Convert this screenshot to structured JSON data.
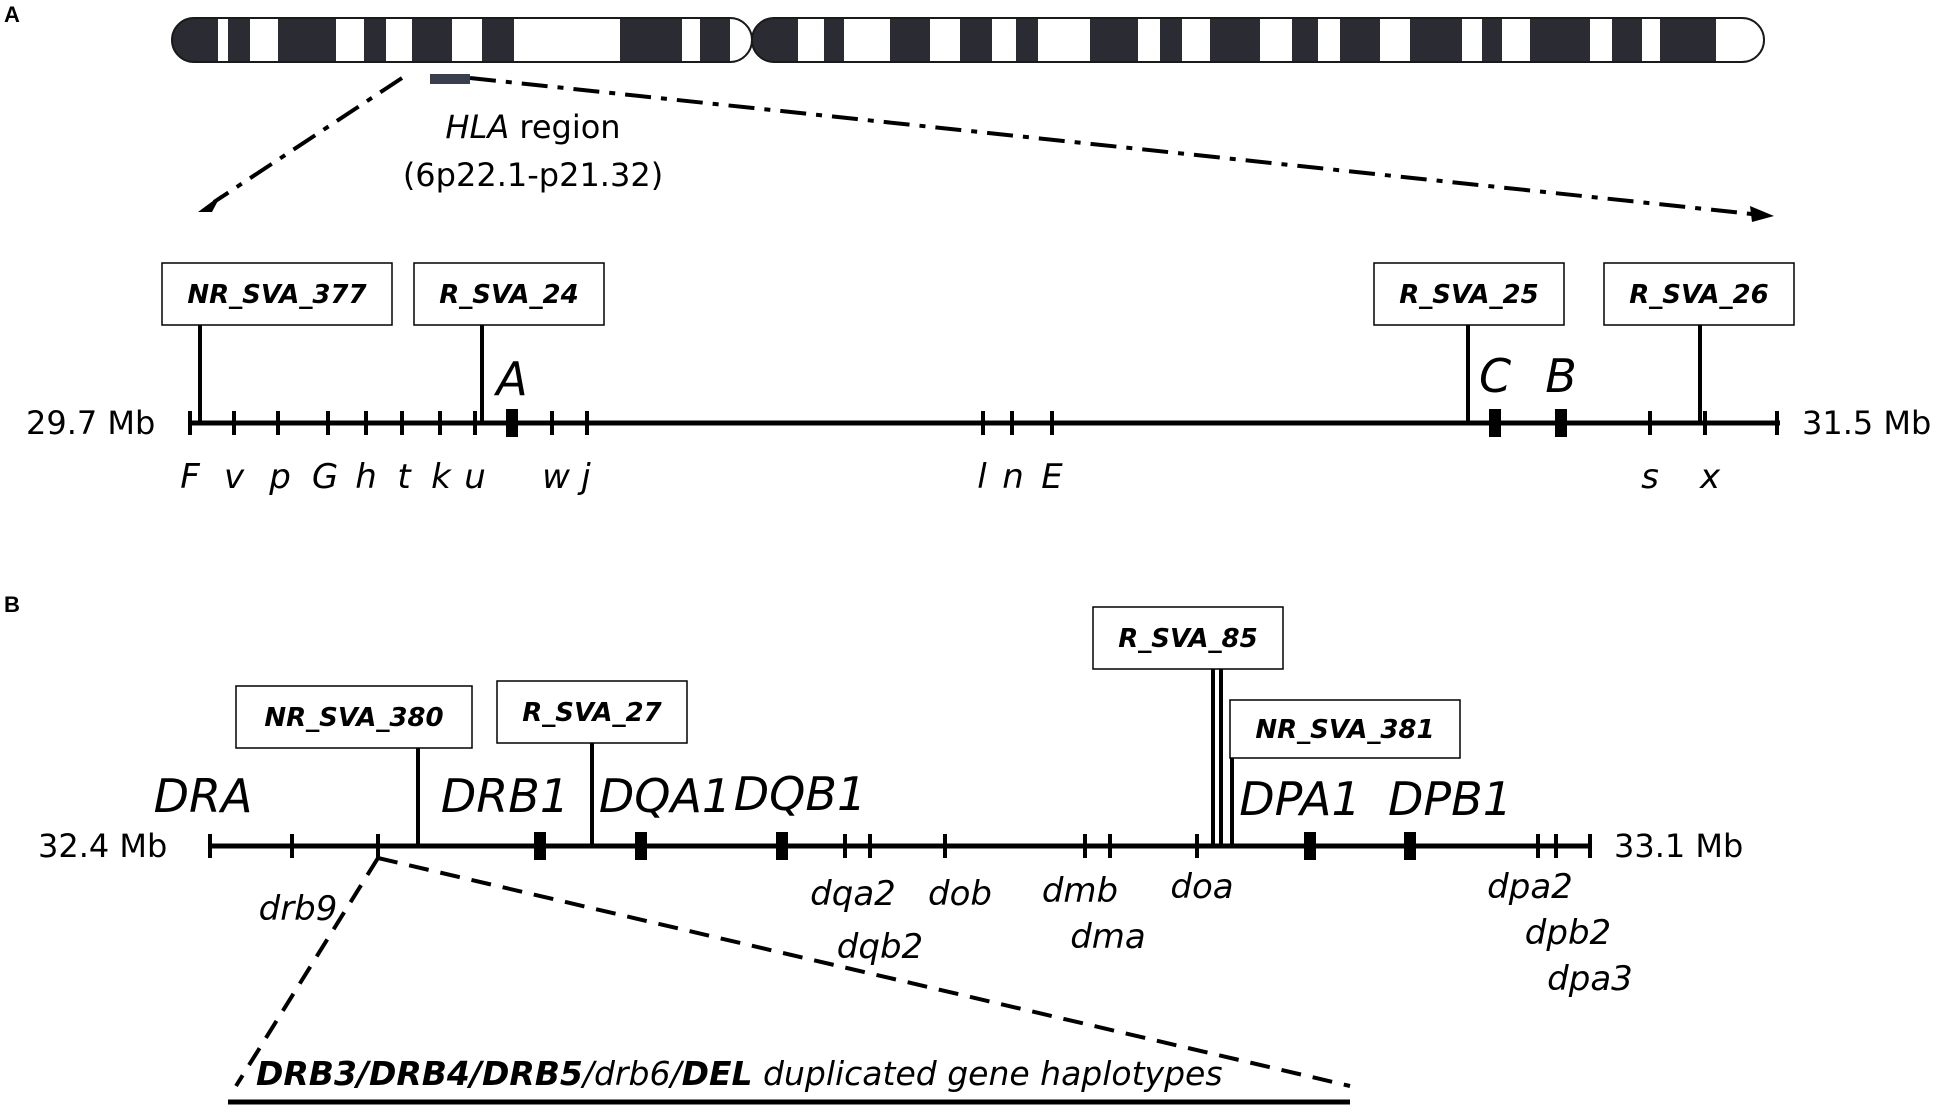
{
  "panels": {
    "a": "A",
    "b": "B"
  },
  "region": {
    "title_italic": "HLA",
    "title_rest": " region",
    "band": "(6p22.1-p21.32)"
  },
  "panel_a": {
    "start": "29.7 Mb",
    "end": "31.5 Mb",
    "markers": [
      {
        "label": "NR_SVA_377"
      },
      {
        "label": "R_SVA_24"
      },
      {
        "label": "R_SVA_25"
      },
      {
        "label": "R_SVA_26"
      }
    ],
    "major_genes": [
      "A",
      "C",
      "B"
    ],
    "minor_genes": [
      "F",
      "v",
      "p",
      "G",
      "h",
      "t",
      "k",
      "u",
      "w",
      "j",
      "l",
      "n",
      "E",
      "s",
      "x"
    ]
  },
  "panel_b": {
    "start": "32.4 Mb",
    "end": "33.1 Mb",
    "markers": [
      {
        "label": "NR_SVA_380"
      },
      {
        "label": "R_SVA_27"
      },
      {
        "label": "R_SVA_85"
      },
      {
        "label": "NR_SVA_381"
      }
    ],
    "major_genes": [
      "DRA",
      "DRB1",
      "DQA1",
      "DQB1",
      "DPA1",
      "DPB1"
    ],
    "minor_genes": [
      "drb9",
      "dqa2",
      "dqb2",
      "dob",
      "dmb",
      "dma",
      "doa",
      "dpa2",
      "dpb2",
      "dpa3"
    ],
    "haplotype": {
      "p1": "DRB3/DRB4/DRB5",
      "p2": "/drb6/",
      "p3": "DEL",
      "p4": " duplicated gene haplotypes"
    }
  }
}
